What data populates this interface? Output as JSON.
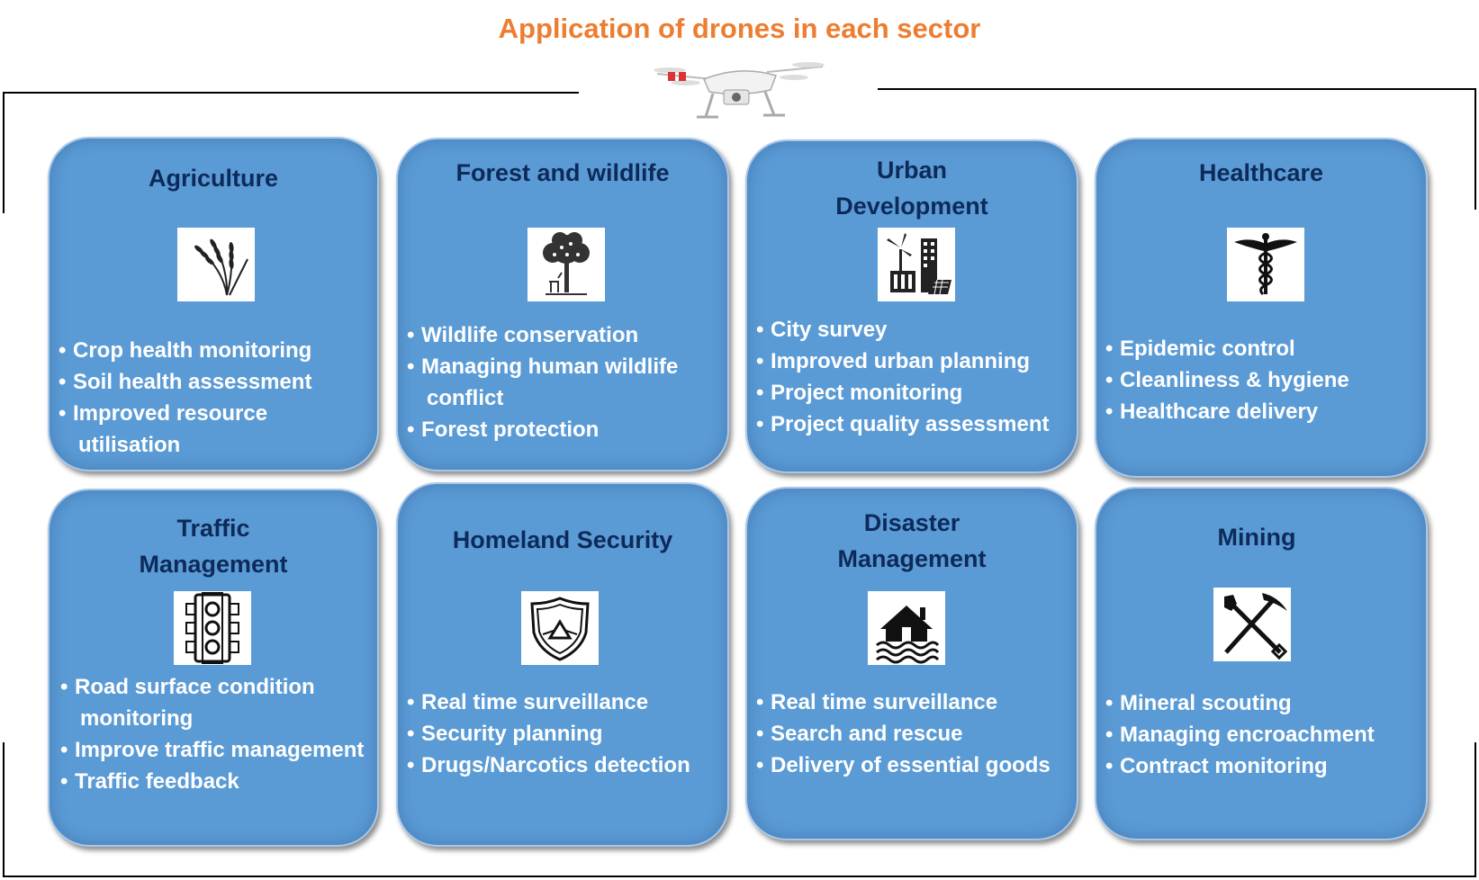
{
  "title": "Application of drones in each sector",
  "colors": {
    "title": "#ED7D31",
    "card_fill": "#5B9BD5",
    "card_title": "#0D2A5A",
    "item_text": "#FFFFFF"
  },
  "sectors": [
    {
      "title": "Agriculture",
      "icon": "wheat-icon",
      "items": [
        "Crop health monitoring",
        "Soil health assessment",
        "Improved resource utilisation"
      ]
    },
    {
      "title": "Forest and wildlife",
      "icon": "tree-deer-icon",
      "items": [
        "Wildlife conservation",
        "Managing human wildlife conflict",
        "Forest protection"
      ]
    },
    {
      "title": "Urban Development",
      "icon": "city-energy-icon",
      "items": [
        "City survey",
        "Improved urban planning",
        "Project monitoring",
        "Project quality assessment"
      ]
    },
    {
      "title": "Healthcare",
      "icon": "caduceus-icon",
      "items": [
        "Epidemic control",
        "Cleanliness & hygiene",
        "Healthcare delivery"
      ]
    },
    {
      "title": "Traffic Management",
      "icon": "traffic-light-icon",
      "items": [
        "Road surface condition monitoring",
        "Improve traffic management",
        "Traffic feedback"
      ]
    },
    {
      "title": "Homeland Security",
      "icon": "shield-icon",
      "items": [
        "Real time surveillance",
        "Security planning",
        "Drugs/Narcotics detection"
      ]
    },
    {
      "title": "Disaster Management",
      "icon": "flooded-house-icon",
      "items": [
        "Real time surveillance",
        "Search and rescue",
        "Delivery of essential goods"
      ]
    },
    {
      "title": "Mining",
      "icon": "shovel-pickaxe-icon",
      "items": [
        "Mineral scouting",
        "Managing encroachment",
        "Contract monitoring"
      ]
    }
  ]
}
